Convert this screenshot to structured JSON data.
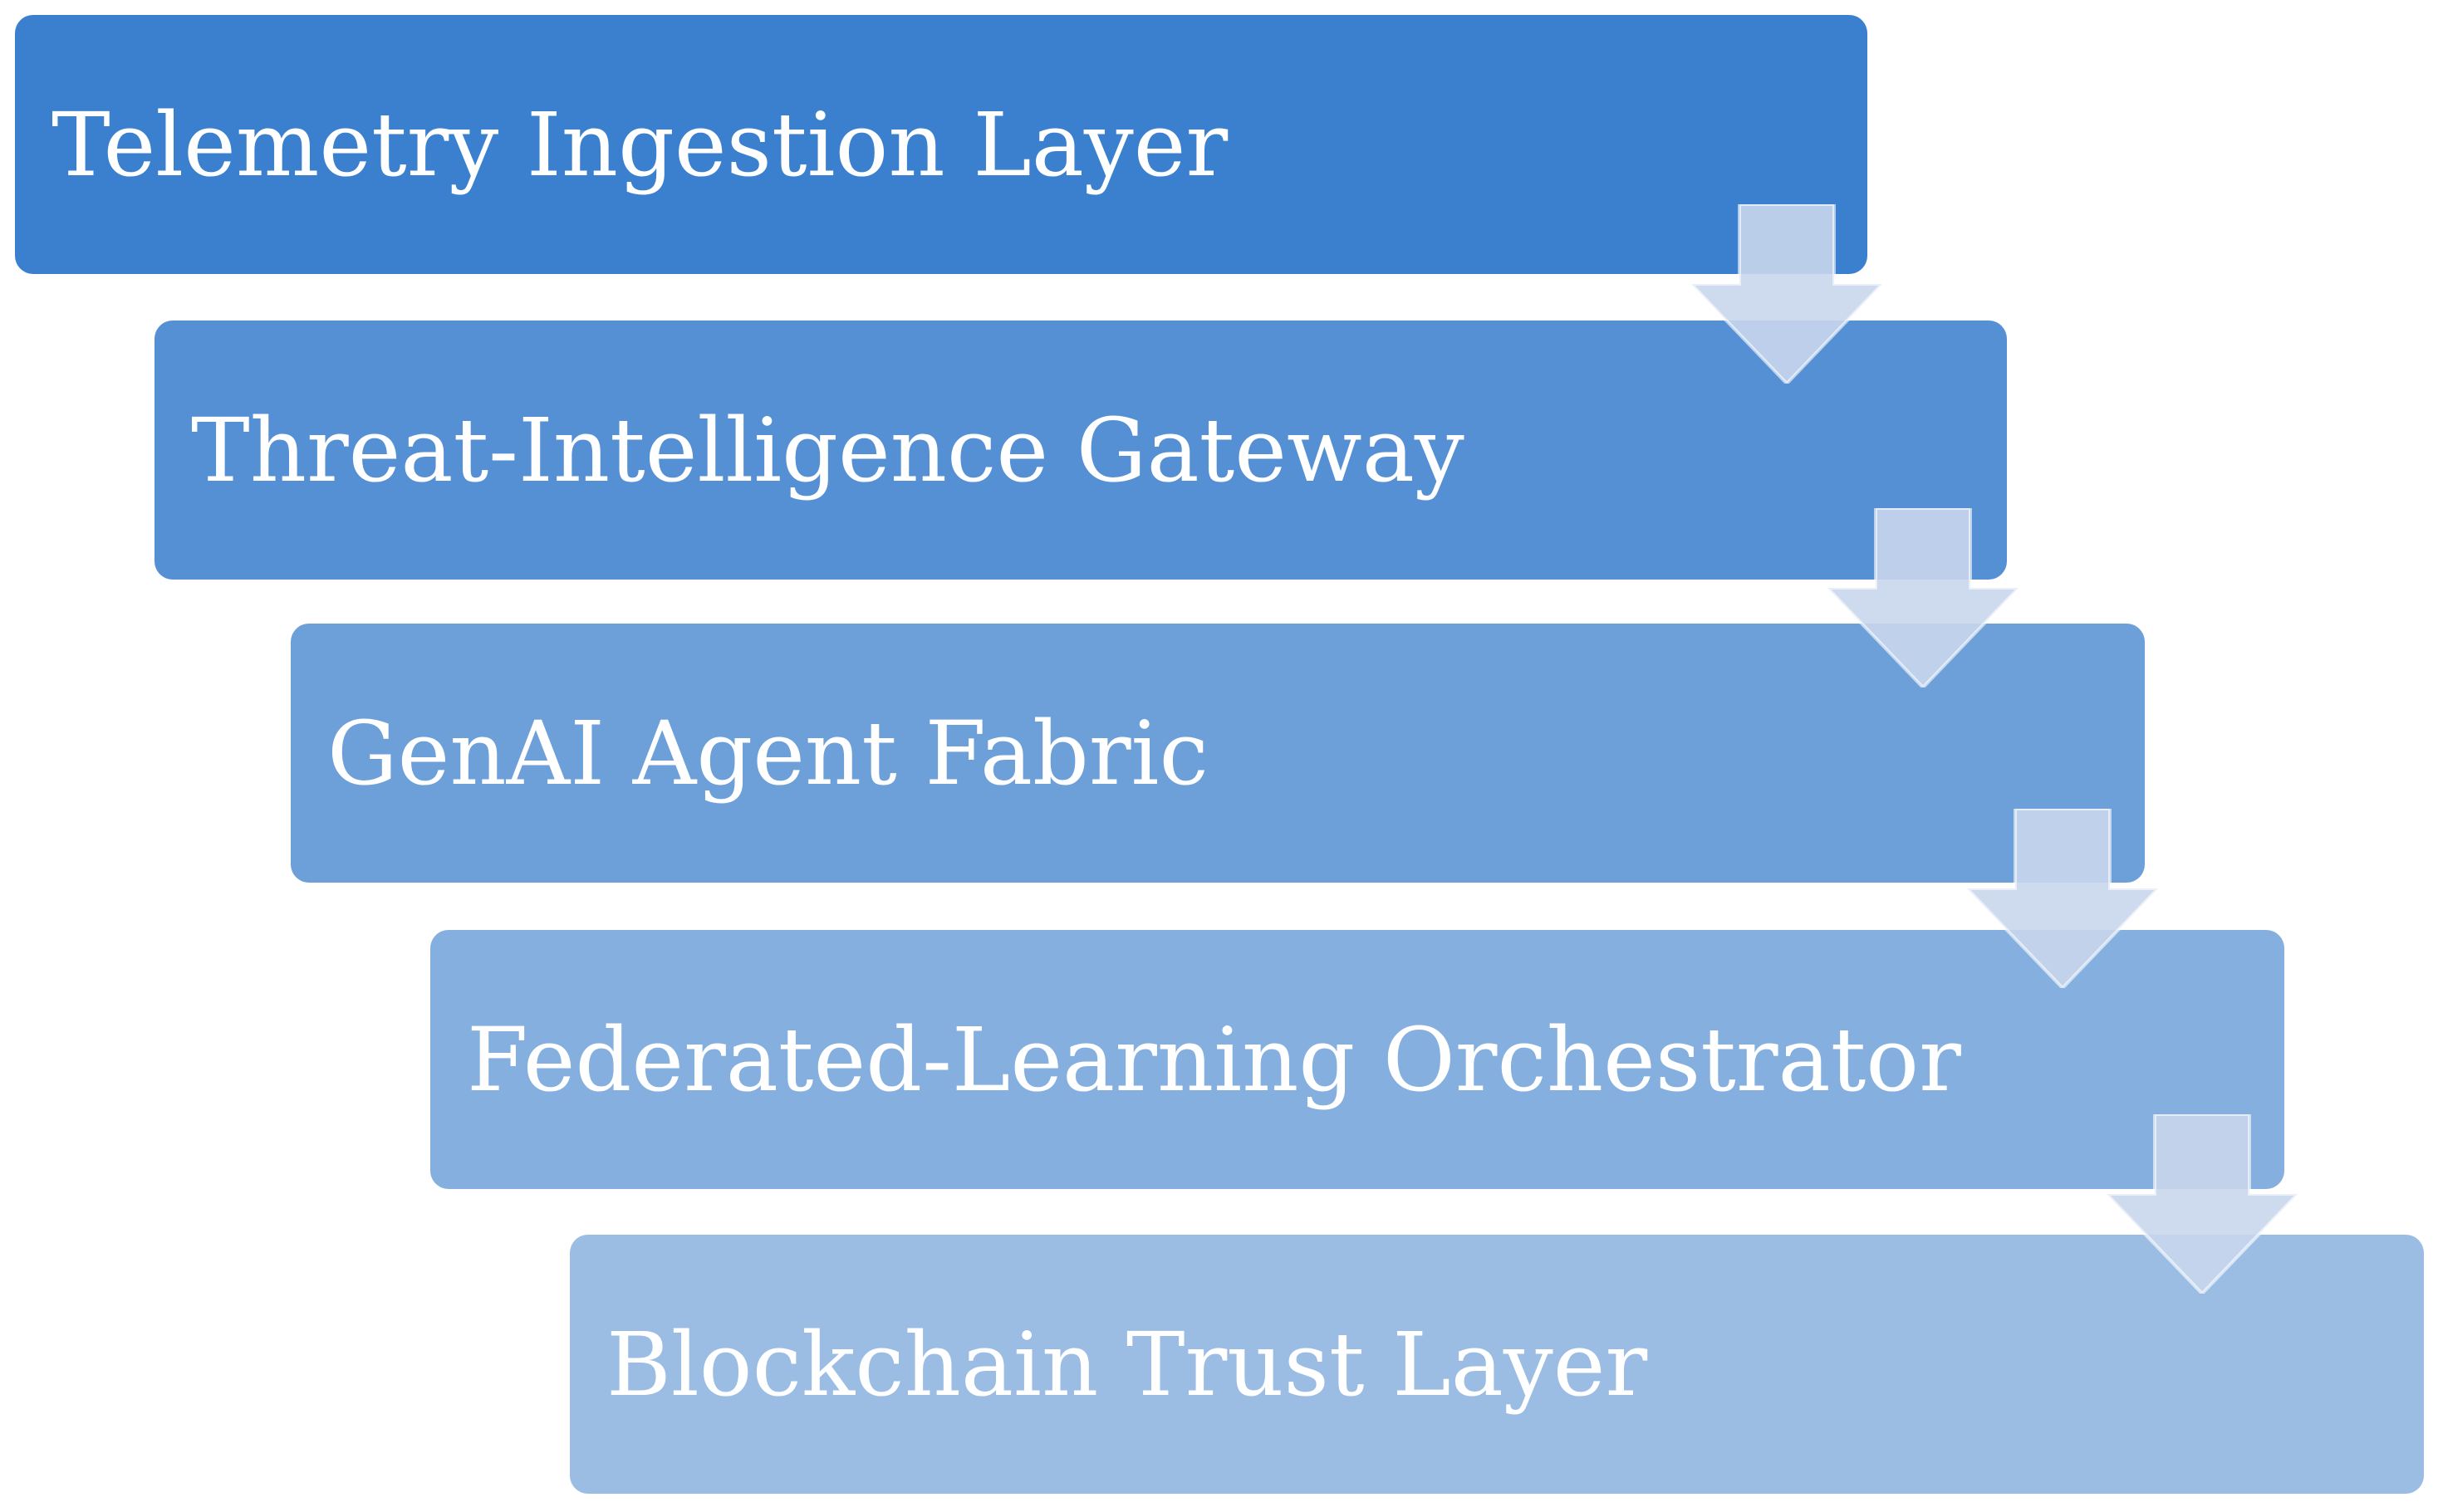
{
  "steps": [
    {
      "label": "Telemetry Ingestion Layer"
    },
    {
      "label": "Threat-Intelligence Gateway"
    },
    {
      "label": "GenAI Agent Fabric"
    },
    {
      "label": "Federated-Learning Orchestrator"
    },
    {
      "label": "Blockchain Trust Layer"
    }
  ],
  "colors": {
    "step_1": "#3b80cf",
    "step_2": "#5690d4",
    "step_3": "#6d9fd9",
    "step_4": "#84afdf",
    "step_5": "#9bbde4",
    "arrow_fill": "#c9d6ec",
    "text": "#ffffff"
  },
  "icons": {
    "connector": "arrow-down-icon"
  }
}
